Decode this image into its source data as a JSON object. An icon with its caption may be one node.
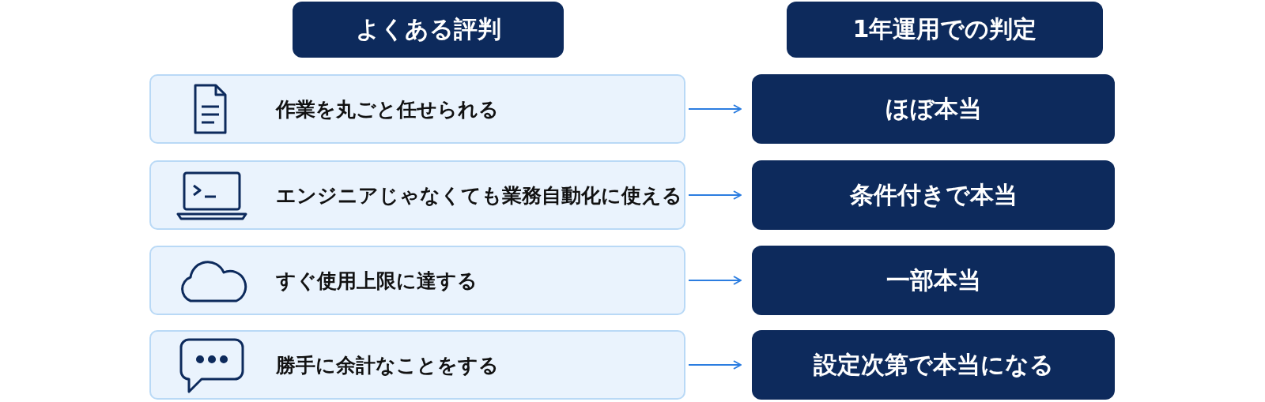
{
  "diagram": {
    "nodes": [
      {
        "text": [
          "よくある評判"
        ]
      },
      {
        "text": [
          "1年運用での判定"
        ]
      },
      {
        "text": [
          "作業を丸ごと任せられる"
        ]
      },
      {
        "text": [
          "ほぼ本当"
        ]
      },
      {
        "text": [
          "エンジニアじゃなくても業務自動化に使える"
        ]
      },
      {
        "text": [
          "条件付きで本当"
        ]
      },
      {
        "text": [
          "すぐ使用上限に達する"
        ]
      },
      {
        "text": [
          "一部本当"
        ]
      },
      {
        "text": [
          "勝手に余計なことをする"
        ]
      },
      {
        "text": [
          "設定次第で本当になる"
        ]
      }
    ],
    "edges": [
      {
        "from": 2,
        "to": 3,
        "arrow": "to"
      },
      {
        "from": 4,
        "to": 5,
        "arrow": "to"
      },
      {
        "from": 6,
        "to": 7,
        "arrow": "to"
      },
      {
        "from": 8,
        "to": 9,
        "arrow": "to"
      }
    ]
  }
}
